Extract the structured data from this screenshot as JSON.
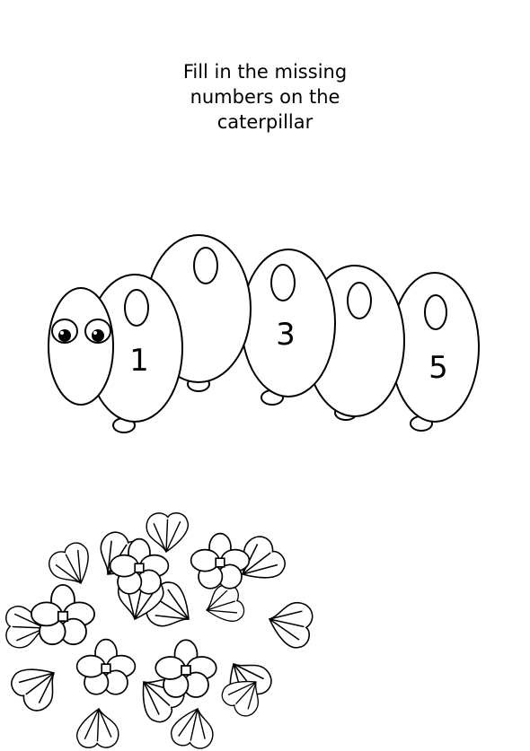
{
  "worksheet": {
    "title": "Fill in the missing\nnumbers on the\ncaterpillar"
  },
  "caterpillar": {
    "segment_numbers": [
      "1",
      "",
      "3",
      "",
      "5"
    ]
  },
  "colors": {
    "ink": "#000000",
    "paper": "#ffffff"
  },
  "icons": [
    "caterpillar-illustration",
    "clover-bush-illustration"
  ]
}
